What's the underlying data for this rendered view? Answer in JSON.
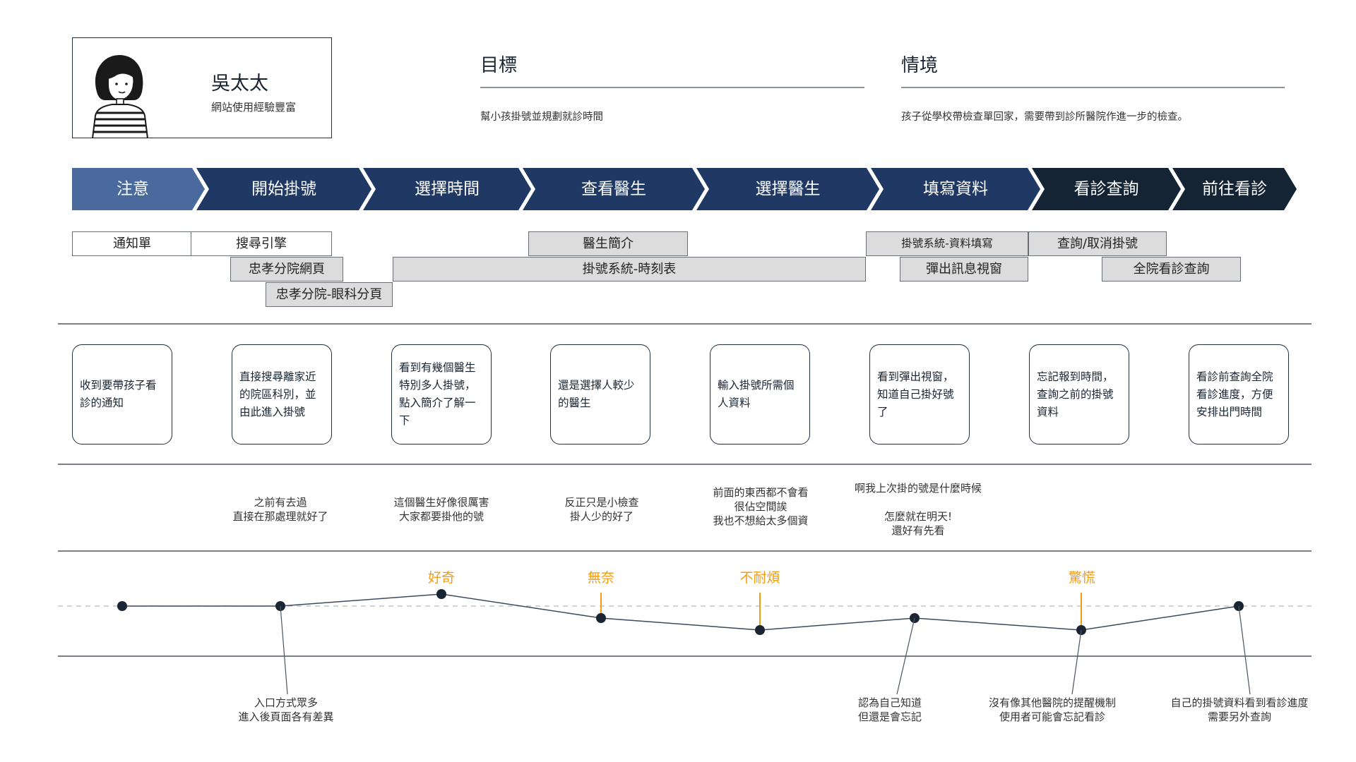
{
  "persona": {
    "name": "吳太太",
    "description": "網站使用經驗豐富"
  },
  "goal": {
    "heading": "目標",
    "text": "幫小孩掛號並規劃就診時間"
  },
  "scenario": {
    "heading": "情境",
    "text": "孩子從學校帶檢查單回家，需要帶到診所醫院作進一步的檢查。"
  },
  "colors": {
    "stage_light": "#4a6a9e",
    "stage_mid": "#1f3864",
    "stage_dark": "#152435",
    "accent": "#f39c12",
    "touchpoint_gray": "#dcdcdc"
  },
  "stages": [
    {
      "label": "注意"
    },
    {
      "label": "開始掛號"
    },
    {
      "label": "選擇時間"
    },
    {
      "label": "查看醫生"
    },
    {
      "label": "選擇醫生"
    },
    {
      "label": "填寫資料"
    },
    {
      "label": "看診查詢"
    },
    {
      "label": "前往看診"
    }
  ],
  "touchpoints": [
    {
      "label": "通知單"
    },
    {
      "label": "搜尋引擎"
    },
    {
      "label": "忠孝分院網頁"
    },
    {
      "label": "忠孝分院-眼科分頁"
    },
    {
      "label": "醫生簡介"
    },
    {
      "label": "掛號系統-時刻表"
    },
    {
      "label": "掛號系統-資料填寫"
    },
    {
      "label": "彈出訊息視窗"
    },
    {
      "label": "查詢/取消掛號"
    },
    {
      "label": "全院看診查詢"
    }
  ],
  "actions": [
    {
      "text": "收到要帶孩子看診的通知"
    },
    {
      "text": "直接搜尋離家近的院區科別，並由此進入掛號"
    },
    {
      "text": "看到有幾個醫生特別多人掛號，點入簡介了解一下"
    },
    {
      "text": "還是選擇人較少的醫生"
    },
    {
      "text": "輸入掛號所需個人資料"
    },
    {
      "text": "看到彈出視窗，知道自己掛好號了"
    },
    {
      "text": "忘記報到時間，查詢之前的掛號資料"
    },
    {
      "text": "看診前查詢全院看診進度，方便安排出門時間"
    }
  ],
  "thoughts": [
    {
      "text": "之前有去過\n直接在那處理就好了"
    },
    {
      "text": "這個醫生好像很厲害\n大家都要掛他的號"
    },
    {
      "text": "反正只是小檢查\n掛人少的好了"
    },
    {
      "text": "前面的東西都不會看\n很佔空間誒\n我也不想給太多個資"
    },
    {
      "text": "啊我上次掛的號是什麼時候\n\n怎麼就在明天!\n還好有先看"
    }
  ],
  "emotion": {
    "levels": [
      0,
      0,
      0.5,
      -0.5,
      -1,
      -0.5,
      -1,
      0
    ],
    "labels": [
      {
        "text": "好奇"
      },
      {
        "text": "無奈"
      },
      {
        "text": "不耐煩"
      },
      {
        "text": "驚慌"
      }
    ]
  },
  "pain_points": [
    {
      "text": "入口方式眾多\n進入後頁面各有差異"
    },
    {
      "text": "認為自己知道\n但還是會忘記"
    },
    {
      "text": "沒有像其他醫院的提醒機制\n使用者可能會忘記看診"
    },
    {
      "text": "自己的掛號資料看到看診進度\n需要另外查詢"
    }
  ]
}
